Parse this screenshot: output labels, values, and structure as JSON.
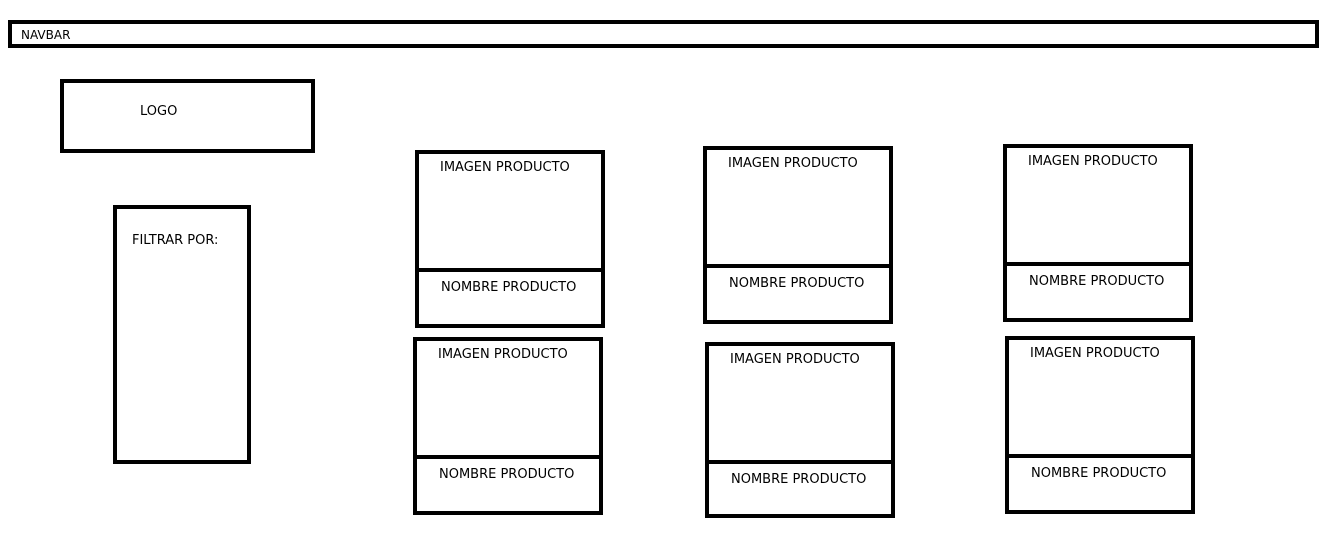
{
  "navbar": {
    "label": "NAVBAR"
  },
  "logo": {
    "label": "LOGO"
  },
  "filter": {
    "label": "FILTRAR POR:"
  },
  "products": [
    {
      "image_label": "IMAGEN PRODUCTO",
      "name_label": "NOMBRE PRODUCTO"
    },
    {
      "image_label": "IMAGEN PRODUCTO",
      "name_label": "NOMBRE PRODUCTO"
    },
    {
      "image_label": "IMAGEN PRODUCTO",
      "name_label": "NOMBRE PRODUCTO"
    },
    {
      "image_label": "IMAGEN PRODUCTO",
      "name_label": "NOMBRE PRODUCTO"
    },
    {
      "image_label": "IMAGEN PRODUCTO",
      "name_label": "NOMBRE PRODUCTO"
    },
    {
      "image_label": "IMAGEN PRODUCTO",
      "name_label": "NOMBRE PRODUCTO"
    }
  ]
}
